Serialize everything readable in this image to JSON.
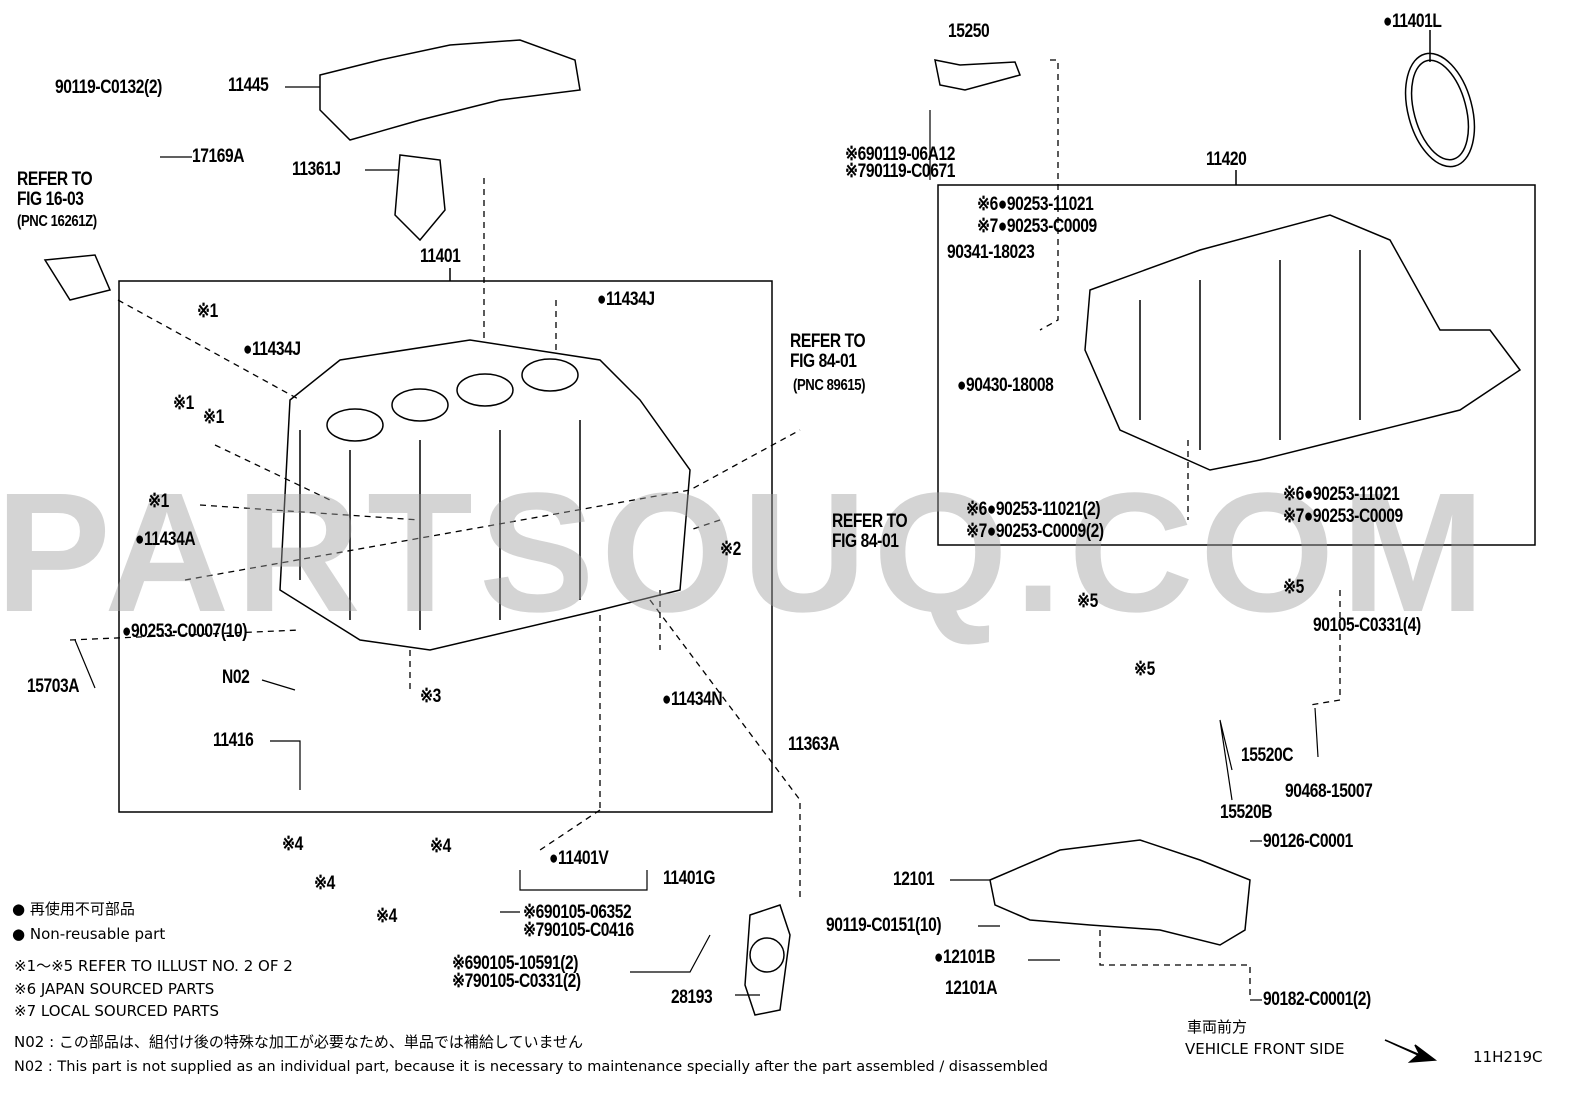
{
  "watermark": "PARTSOUQ.COM",
  "figure_code": "11H219C",
  "labels": [
    "90119-C0132(2)",
    "11445",
    "17169A",
    "REFER TO",
    "FIG 16-03",
    "(PNC 16261Z)",
    "11361J",
    "11401",
    "※1",
    "●11434J",
    "●11434J",
    "※1",
    "※1",
    "※1",
    "●11434A",
    "※2",
    "●90253-C0007(10)",
    "15703A",
    "N02",
    "11416",
    "※3",
    "●11434N",
    "REFER TO",
    "FIG 84-01",
    "(PNC 89615)",
    "REFER TO",
    "FIG 84-01",
    "11363A",
    "15250",
    "※690119-06A12",
    "※790119-C0671",
    "●11401L",
    "11420",
    "※6●90253-11021",
    "※7●90253-C0009",
    "90341-18023",
    "●90430-18008",
    "※6●90253-11021(2)",
    "※7●90253-C0009(2)",
    "※6●90253-11021",
    "※7●90253-C0009",
    "※5",
    "※5",
    "90105-C0331(4)",
    "※5",
    "15520C",
    "90468-15007",
    "15520B",
    "90126-C0001",
    "12101",
    "90119-C0151(10)",
    "●12101B",
    "12101A",
    "90182-C0001(2)",
    "※4",
    "※4",
    "※4",
    "※4",
    "●11401V",
    "11401G",
    "※690105-06352",
    "※790105-C0416",
    "※690105-10591(2)",
    "※790105-C0331(2)",
    "28193"
  ],
  "legend": {
    "jp_nonreusable": "● 再使用不可部品",
    "en_nonreusable": "● Non-reusable part",
    "note_refer": "※1～※5  REFER TO ILLUST NO. 2 OF 2",
    "note_japan": "※6 JAPAN SOURCED PARTS",
    "note_local": "※7 LOCAL SOURCED PARTS",
    "n02_jp": "N02 : この部品は、組付け後の特殊な加工が必要なため、単品では補給していません",
    "n02_en": "N02 : This part is not supplied as an individual part, because it is necessary to maintenance specially after the part assembled / disassembled"
  },
  "direction": {
    "jp": "車両前方",
    "en": "VEHICLE FRONT SIDE"
  }
}
